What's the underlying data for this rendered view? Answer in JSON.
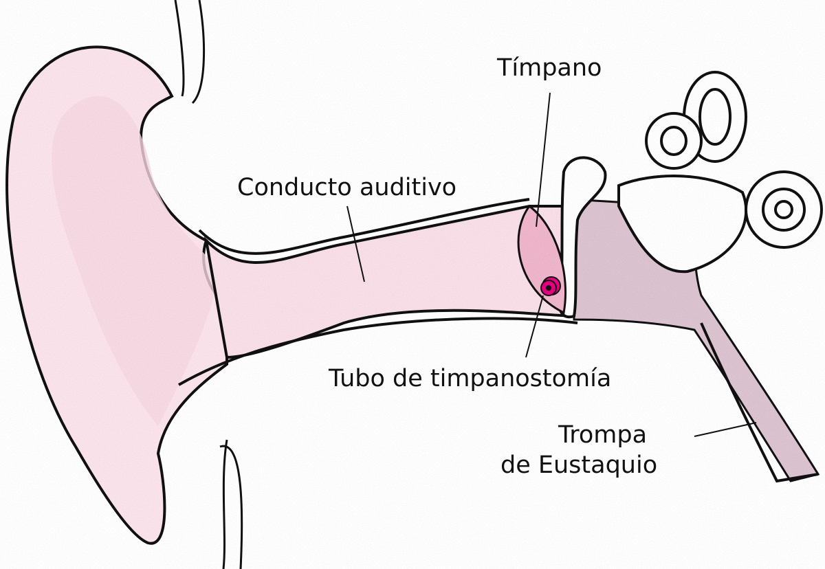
{
  "labels": {
    "eardrum": "Tímpano",
    "ear_canal": "Conducto auditivo",
    "tube": "Tubo de timpanostomía",
    "eustachian_line1": "Trompa",
    "eustachian_line2": "de Eustaquio"
  },
  "colors": {
    "outer_ear": "#fbe4ec",
    "canal": "#f9dfe8",
    "eardrum": "#efb6cc",
    "tube": "#e4007f",
    "middle_ear": "#dcc4d0",
    "outline": "#111111"
  }
}
